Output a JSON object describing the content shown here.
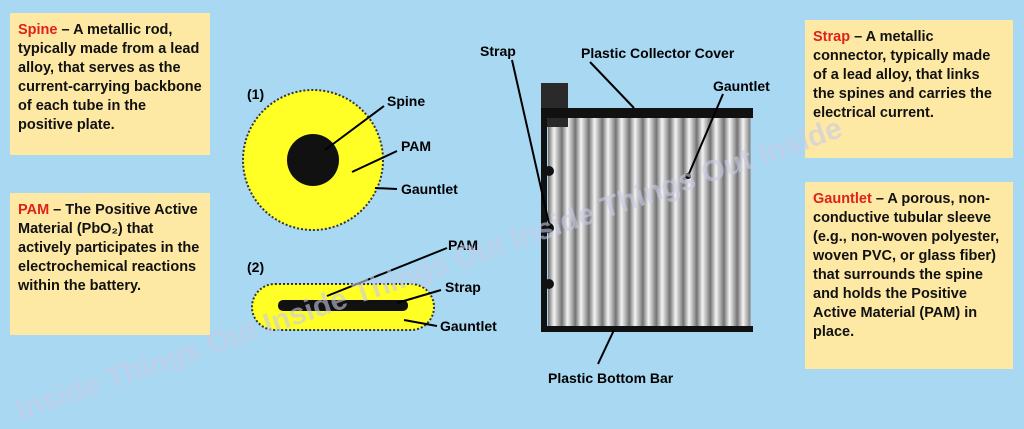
{
  "cards": {
    "spine": {
      "term": "Spine",
      "text": " – A metallic rod, typically made from a lead alloy, that serves as the current-carrying backbone of each tube in the positive plate."
    },
    "pam": {
      "term": "PAM",
      "text": " – The Positive Active Material (PbO₂) that actively participates in the electrochemical reactions within the battery."
    },
    "strap": {
      "term": "Strap",
      "text": " – A metallic connector, typically made of a lead alloy, that links the spines and carries the electrical current."
    },
    "gauntlet": {
      "term": "Gauntlet",
      "text": " – A porous, non-conductive tubular sleeve (e.g., non-woven polyester, woven PVC, or glass fiber) that surrounds the spine and holds the Positive Active Material (PAM) in place."
    }
  },
  "figure1": {
    "number": "(1)",
    "spine": "Spine",
    "pam": "PAM",
    "gauntlet": "Gauntlet"
  },
  "figure2": {
    "number": "(2)",
    "pam": "PAM",
    "strap": "Strap",
    "gauntlet": "Gauntlet"
  },
  "plate": {
    "strap": "Strap",
    "cover": "Plastic Collector Cover",
    "gauntlet": "Gauntlet",
    "bottom_bar": "Plastic Bottom Bar"
  },
  "watermark": "Inside Things Out Inside Things Out Inside Things Out Inside",
  "colors": {
    "background": "#a9d8f2",
    "card": "#fde9a4",
    "term": "#e0211b",
    "pam_yellow": "#ffff26"
  }
}
